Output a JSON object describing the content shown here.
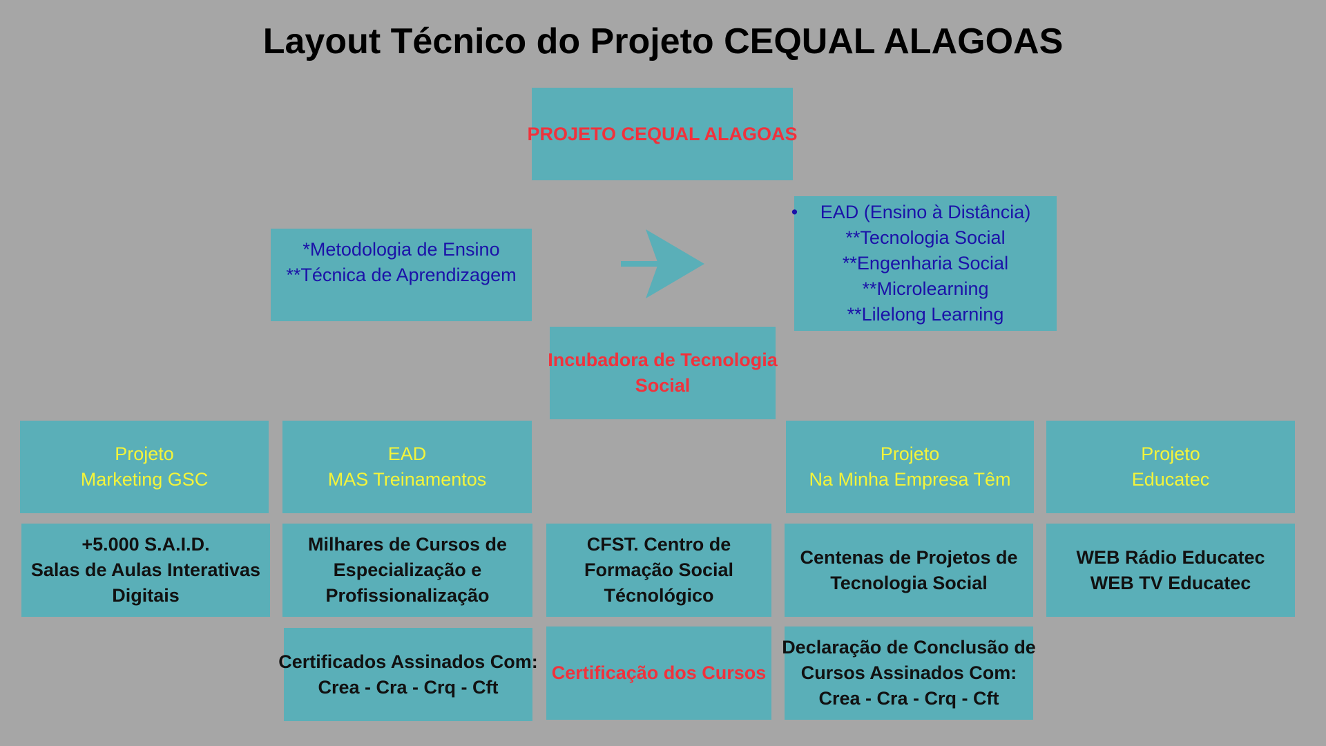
{
  "title": "Layout Técnico do Projeto CEQUAL ALAGOAS",
  "colors": {
    "background": "#a6a6a6",
    "box": "#5aafb8",
    "blue_text": "#1b12a8",
    "red_text": "#f0323c",
    "yellow_text": "#f4f43a"
  },
  "top_box": "PROJETO CEQUAL ALAGOAS",
  "method_box": [
    "*Metodologia de Ensino",
    "**Técnica de Aprendizagem"
  ],
  "ead_box": [
    "EAD (Ensino à Distância)",
    "**Tecnologia Social",
    "**Engenharia Social",
    "**Microlearning",
    "**Lilelong Learning"
  ],
  "incubator": [
    "Incubadora de Tecnologia",
    "Social"
  ],
  "projects": [
    [
      "Projeto",
      "Marketing GSC"
    ],
    [
      "EAD",
      "MAS Treinamentos"
    ],
    [
      "Projeto",
      "Na Minha Empresa Têm"
    ],
    [
      "Projeto",
      "Educatec"
    ]
  ],
  "details": [
    [
      "+5.000 S.A.I.D.",
      "Salas de Aulas Interativas",
      "Digitais"
    ],
    [
      "Milhares de Cursos de",
      "Especialização e",
      "Profissionalização"
    ],
    [
      "CFST. Centro de",
      "Formação Social",
      "Técnológico"
    ],
    [
      "Centenas de Projetos de",
      "Tecnologia Social"
    ],
    [
      "WEB Rádio Educatec",
      "WEB TV Educatec"
    ]
  ],
  "certs": {
    "mas": [
      "Certificados Assinados Com:",
      "Crea - Cra - Crq - Cft"
    ],
    "center": "Certificação dos Cursos",
    "empresa": [
      "Declaração de Conclusão de",
      "Cursos Assinados Com:",
      "Crea - Cra - Crq - Cft"
    ]
  }
}
